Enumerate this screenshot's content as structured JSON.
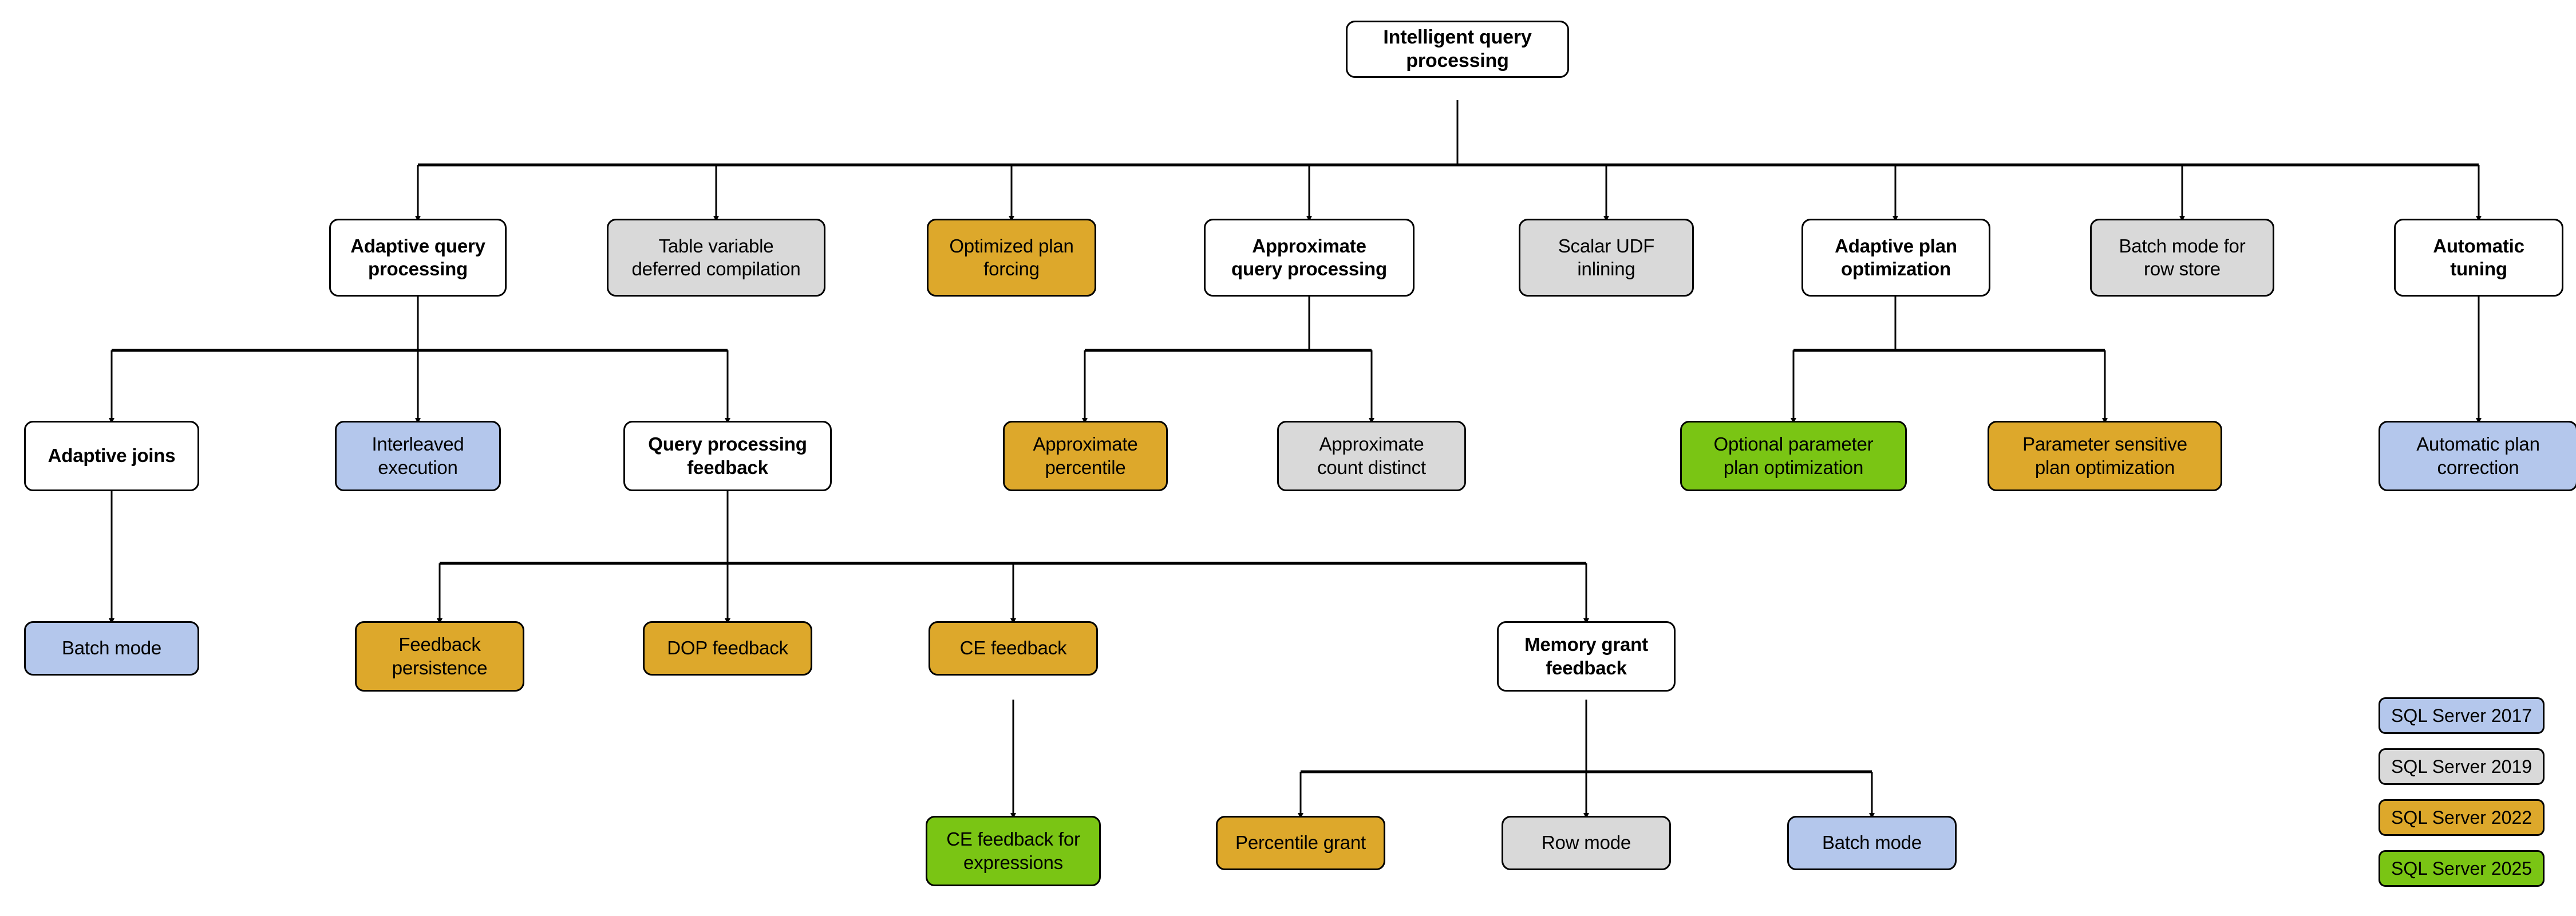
{
  "diagram": {
    "title": "Intelligent query processing",
    "colors": {
      "white": "#ffffff",
      "gray": "#d9d9d9",
      "orange": "#dda82b",
      "blue": "#b4c7ec",
      "green": "#7ac514",
      "stroke": "#000000"
    },
    "nodes": {
      "root": "Intelligent query\nprocessing",
      "adaptive_query_processing": "Adaptive query\nprocessing",
      "table_variable_deferred_compilation": "Table variable\ndeferred compilation",
      "optimized_plan_forcing": "Optimized plan\nforcing",
      "approximate_query_processing": "Approximate\nquery processing",
      "scalar_udf_inlining": "Scalar UDF\ninlining",
      "adaptive_plan_optimization": "Adaptive plan\noptimization",
      "batch_mode_for_row_store": "Batch mode for\nrow store",
      "automatic_tuning": "Automatic\ntuning",
      "adaptive_joins": "Adaptive joins",
      "interleaved_execution": "Interleaved\nexecution",
      "query_processing_feedback": "Query processing\nfeedback",
      "approximate_percentile": "Approximate\npercentile",
      "approximate_count_distinct": "Approximate\ncount distinct",
      "optional_parameter_plan_optimization": "Optional parameter\nplan optimization",
      "parameter_sensitive_plan_optimization": "Parameter sensitive\nplan optimization",
      "automatic_plan_correction": "Automatic plan\ncorrection",
      "batch_mode_adaptive_joins": "Batch mode",
      "feedback_persistence": "Feedback\npersistence",
      "dop_feedback": "DOP feedback",
      "ce_feedback": "CE feedback",
      "memory_grant_feedback": "Memory grant\nfeedback",
      "ce_feedback_for_expressions": "CE feedback for\nexpressions",
      "percentile_grant": "Percentile grant",
      "row_mode": "Row mode",
      "batch_mode_memory_grant": "Batch mode"
    },
    "legend": [
      {
        "label": "SQL Server 2017",
        "color": "#b4c7ec"
      },
      {
        "label": "SQL Server 2019",
        "color": "#d9d9d9"
      },
      {
        "label": "SQL Server 2022",
        "color": "#dda82b"
      },
      {
        "label": "SQL Server 2025",
        "color": "#7ac514"
      }
    ]
  }
}
